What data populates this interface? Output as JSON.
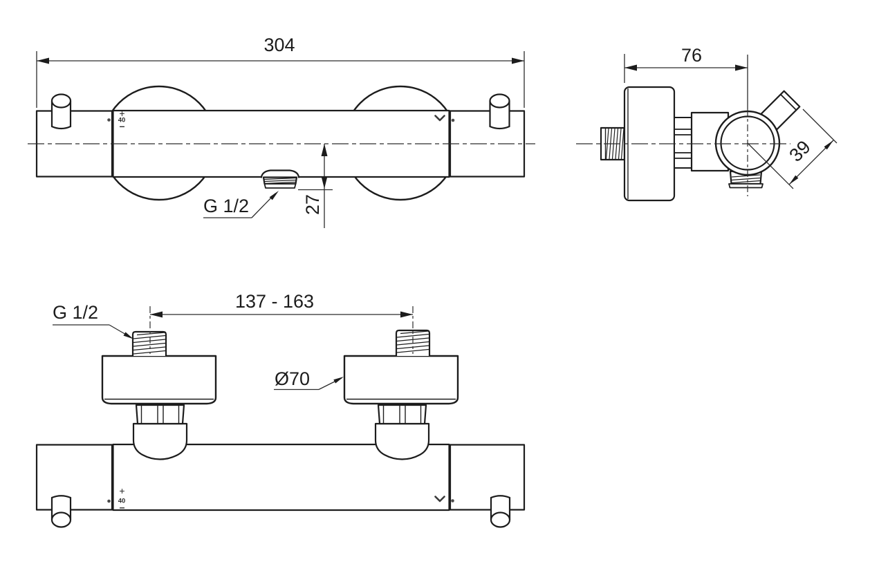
{
  "colors": {
    "outline": "#1c1c1c",
    "dimension_line": "#2b2b2b",
    "background": "#ffffff",
    "marking": "#3a3a3a"
  },
  "icons": {
    "flow_direction_mark": "chevron-down",
    "temperature_index_dot": "dot"
  },
  "front_view": {
    "dim_overall_width": "304",
    "dim_outlet_to_axis": "27",
    "outlet_thread_label": "G 1/2",
    "temp_plus": "+",
    "temp_value": "40",
    "temp_minus": "–"
  },
  "side_view": {
    "dim_wall_to_axis": "76",
    "dim_handle_offset": "39"
  },
  "rear_view": {
    "dim_inlet_centers": "137 - 163",
    "inlet_thread_label": "G 1/2",
    "escutcheon_diameter_label": "Ø70",
    "temp_plus": "+",
    "temp_value": "40",
    "temp_minus": "–"
  }
}
